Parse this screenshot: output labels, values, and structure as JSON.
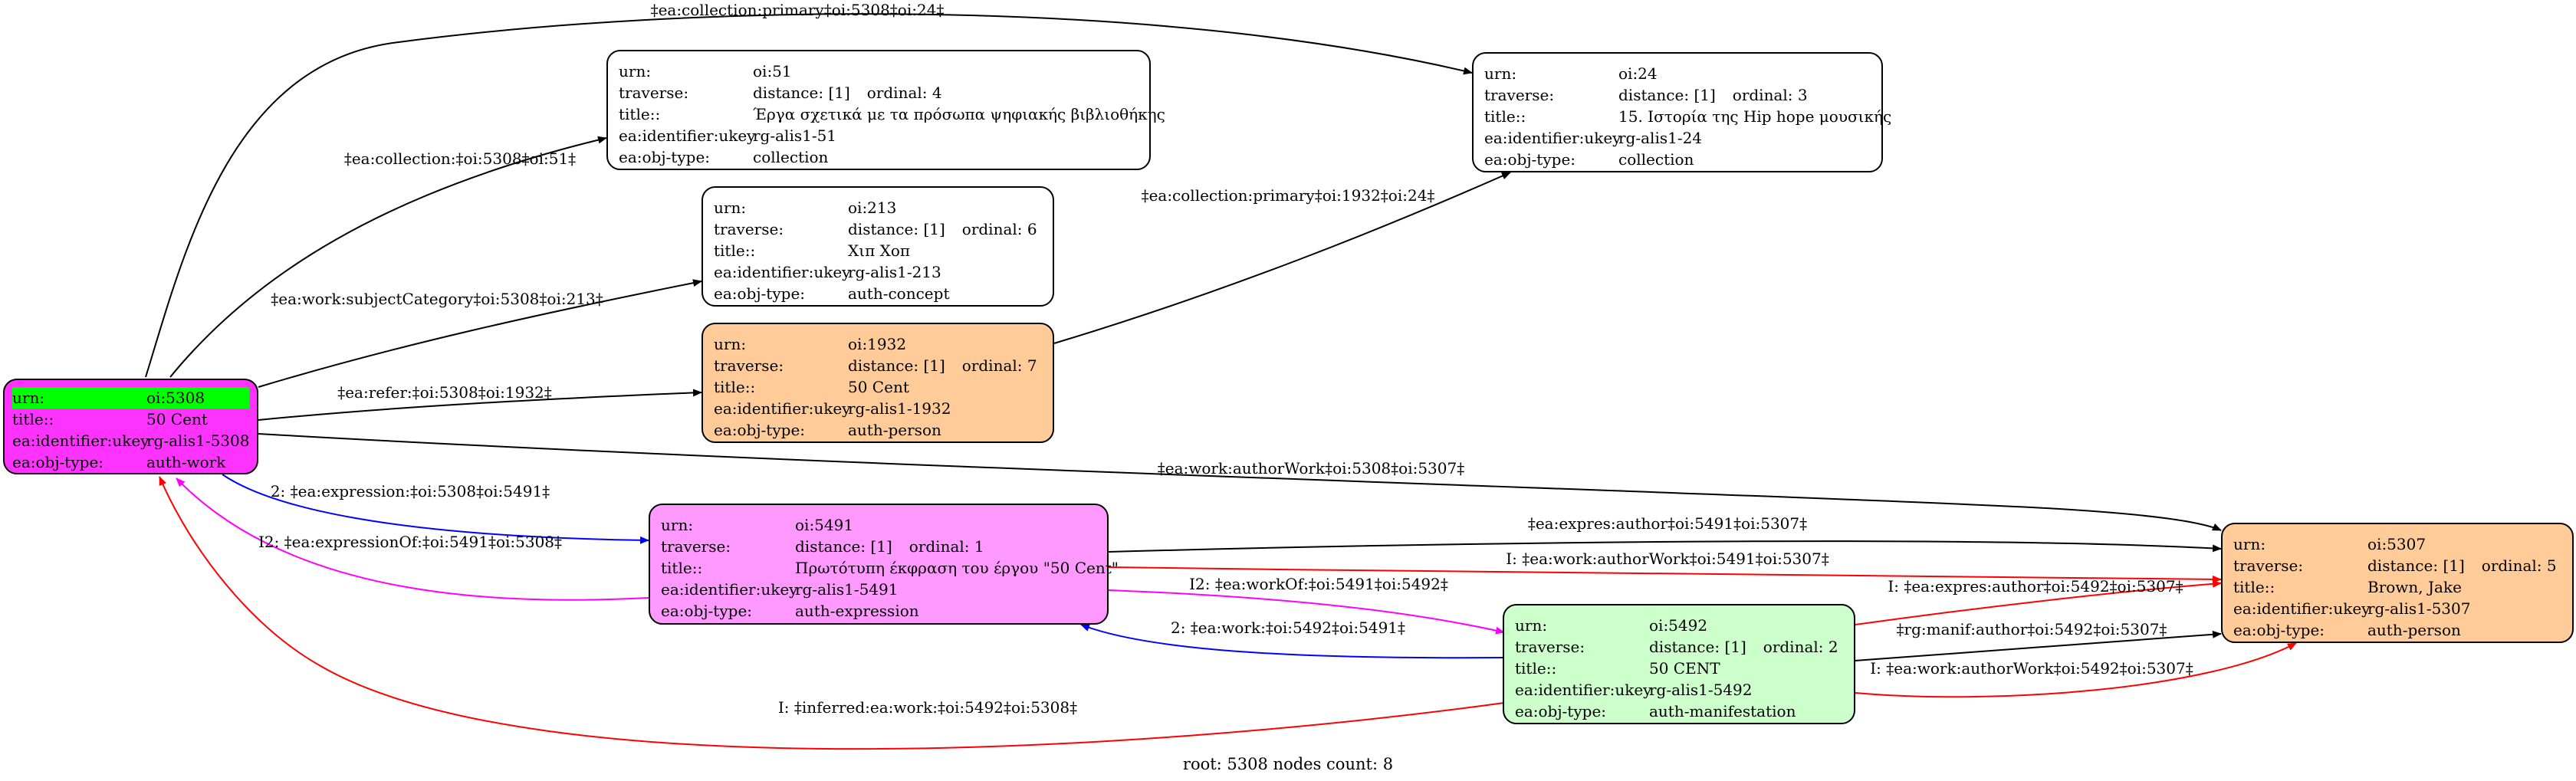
{
  "colors": {
    "root_fill": "#ff33ff",
    "root_highlight": "#00ff00",
    "collection_fill": "#ffffff",
    "person_fill": "#ffcc99",
    "expression_fill": "#ff99ff",
    "manifestation_fill": "#ccffcc",
    "edge_black": "#000000",
    "edge_blue": "#0000ff",
    "edge_red": "#ff0000",
    "edge_magenta": "#ff00ff"
  },
  "nodes": {
    "n5308": {
      "urn_k": "urn:",
      "urn_v": "oi:5308",
      "title_k": "title::",
      "title_v": "50 Cent",
      "ukey_k": "ea:identifier:ukey",
      "ukey_v": "rg-alis1-5308",
      "type_k": "ea:obj-type:",
      "type_v": "auth-work"
    },
    "n51": {
      "urn_k": "urn:",
      "urn_v": "oi:51",
      "trav_k": "traverse:",
      "dist_v": "distance: [1]",
      "ord_v": "ordinal: 4",
      "title_k": "title::",
      "title_v": "Έργα σχετικά με τα πρόσωπα ψηφιακής βιβλιοθήκης",
      "ukey_k": "ea:identifier:ukey",
      "ukey_v": "rg-alis1-51",
      "type_k": "ea:obj-type:",
      "type_v": "collection"
    },
    "n24": {
      "urn_k": "urn:",
      "urn_v": "oi:24",
      "trav_k": "traverse:",
      "dist_v": "distance: [1]",
      "ord_v": "ordinal: 3",
      "title_k": "title::",
      "title_v": "15. Ιστορία της Hip hope μουσικής",
      "ukey_k": "ea:identifier:ukey",
      "ukey_v": "rg-alis1-24",
      "type_k": "ea:obj-type:",
      "type_v": "collection"
    },
    "n213": {
      "urn_k": "urn:",
      "urn_v": "oi:213",
      "trav_k": "traverse:",
      "dist_v": "distance: [1]",
      "ord_v": "ordinal: 6",
      "title_k": "title::",
      "title_v": "Χιπ Χοπ",
      "ukey_k": "ea:identifier:ukey",
      "ukey_v": "rg-alis1-213",
      "type_k": "ea:obj-type:",
      "type_v": "auth-concept"
    },
    "n1932": {
      "urn_k": "urn:",
      "urn_v": "oi:1932",
      "trav_k": "traverse:",
      "dist_v": "distance: [1]",
      "ord_v": "ordinal: 7",
      "title_k": "title::",
      "title_v": "50 Cent",
      "ukey_k": "ea:identifier:ukey",
      "ukey_v": "rg-alis1-1932",
      "type_k": "ea:obj-type:",
      "type_v": "auth-person"
    },
    "n5491": {
      "urn_k": "urn:",
      "urn_v": "oi:5491",
      "trav_k": "traverse:",
      "dist_v": "distance: [1]",
      "ord_v": "ordinal: 1",
      "title_k": "title::",
      "title_v": "Πρωτότυπη έκφραση του έργου \"50 Cent\"",
      "ukey_k": "ea:identifier:ukey",
      "ukey_v": "rg-alis1-5491",
      "type_k": "ea:obj-type:",
      "type_v": "auth-expression"
    },
    "n5492": {
      "urn_k": "urn:",
      "urn_v": "oi:5492",
      "trav_k": "traverse:",
      "dist_v": "distance: [1]",
      "ord_v": "ordinal: 2",
      "title_k": "title::",
      "title_v": "50 CENT",
      "ukey_k": "ea:identifier:ukey",
      "ukey_v": "rg-alis1-5492",
      "type_k": "ea:obj-type:",
      "type_v": "auth-manifestation"
    },
    "n5307": {
      "urn_k": "urn:",
      "urn_v": "oi:5307",
      "trav_k": "traverse:",
      "dist_v": "distance: [1]",
      "ord_v": "ordinal: 5",
      "title_k": "title::",
      "title_v": "Brown, Jake",
      "ukey_k": "ea:identifier:ukey",
      "ukey_v": "rg-alis1-5307",
      "type_k": "ea:obj-type:",
      "type_v": "auth-person"
    }
  },
  "edges": [
    {
      "id": "e_coll_primary_24",
      "from": "n5308",
      "to": "n24",
      "color": "black",
      "label": "‡ea:collection:primary‡oi:5308‡oi:24‡"
    },
    {
      "id": "e_coll_51",
      "from": "n5308",
      "to": "n51",
      "color": "black",
      "label": "‡ea:collection:‡oi:5308‡oi:51‡"
    },
    {
      "id": "e_subject_213",
      "from": "n5308",
      "to": "n213",
      "color": "black",
      "label": "‡ea:work:subjectCategory‡oi:5308‡oi:213‡"
    },
    {
      "id": "e_refer_1932",
      "from": "n5308",
      "to": "n1932",
      "color": "black",
      "label": "‡ea:refer:‡oi:5308‡oi:1932‡"
    },
    {
      "id": "e_coll_primary_1932_24",
      "from": "n1932",
      "to": "n24",
      "color": "black",
      "label": "‡ea:collection:primary‡oi:1932‡oi:24‡"
    },
    {
      "id": "e_author_work_5307",
      "from": "n5308",
      "to": "n5307",
      "color": "black",
      "label": "‡ea:work:authorWork‡oi:5308‡oi:5307‡"
    },
    {
      "id": "e_expression_5491",
      "from": "n5308",
      "to": "n5491",
      "color": "blue",
      "label": "2: ‡ea:expression:‡oi:5308‡oi:5491‡"
    },
    {
      "id": "e_expression_of",
      "from": "n5491",
      "to": "n5308",
      "color": "magenta",
      "label": "I2: ‡ea:expressionOf:‡oi:5491‡oi:5308‡"
    },
    {
      "id": "e_expres_author_5491",
      "from": "n5491",
      "to": "n5307",
      "color": "black",
      "label": "‡ea:expres:author‡oi:5491‡oi:5307‡"
    },
    {
      "id": "e_inferred_author_5491",
      "from": "n5491",
      "to": "n5307",
      "color": "red",
      "label": "I: ‡ea:work:authorWork‡oi:5491‡oi:5307‡"
    },
    {
      "id": "e_work_of",
      "from": "n5491",
      "to": "n5492",
      "color": "magenta",
      "label": "I2: ‡ea:workOf:‡oi:5491‡oi:5492‡"
    },
    {
      "id": "e_work_5492",
      "from": "n5492",
      "to": "n5491",
      "color": "blue",
      "label": "2: ‡ea:work:‡oi:5492‡oi:5491‡"
    },
    {
      "id": "e_expres_author_5492",
      "from": "n5492",
      "to": "n5307",
      "color": "red",
      "label": "I: ‡ea:expres:author‡oi:5492‡oi:5307‡"
    },
    {
      "id": "e_manif_author",
      "from": "n5492",
      "to": "n5307",
      "color": "black",
      "label": "‡rg:manif:author‡oi:5492‡oi:5307‡"
    },
    {
      "id": "e_inferred_author_5492",
      "from": "n5492",
      "to": "n5307",
      "color": "red",
      "label": "I: ‡ea:work:authorWork‡oi:5492‡oi:5307‡"
    },
    {
      "id": "e_inferred_work",
      "from": "n5492",
      "to": "n5308",
      "color": "red",
      "label": "I: ‡inferred:ea:work:‡oi:5492‡oi:5308‡"
    }
  ],
  "footer": "root: 5308 nodes count: 8"
}
